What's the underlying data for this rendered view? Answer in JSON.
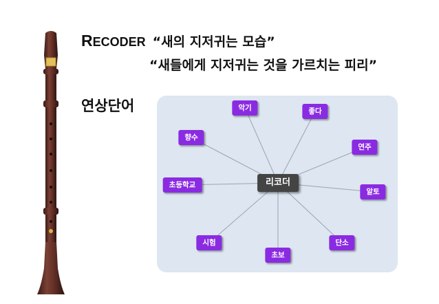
{
  "title": {
    "brand_initial": "R",
    "brand_rest": "ECODER",
    "line1_quote": "“새의 지저귀는 모습”",
    "line2_quote": "“새들에게 지저귀는 것을 가르치는 피리”"
  },
  "section_heading": "연상단어",
  "mindmap": {
    "center": "리코더",
    "nodes": [
      "악기",
      "좋다",
      "향수",
      "연주",
      "초등학교",
      "알토",
      "시험",
      "단소",
      "초보"
    ]
  },
  "colors": {
    "node_bg": "#8a2be2",
    "center_bg": "#444444",
    "panel_bg": "#dde6f1",
    "link": "#9aa4ae"
  }
}
